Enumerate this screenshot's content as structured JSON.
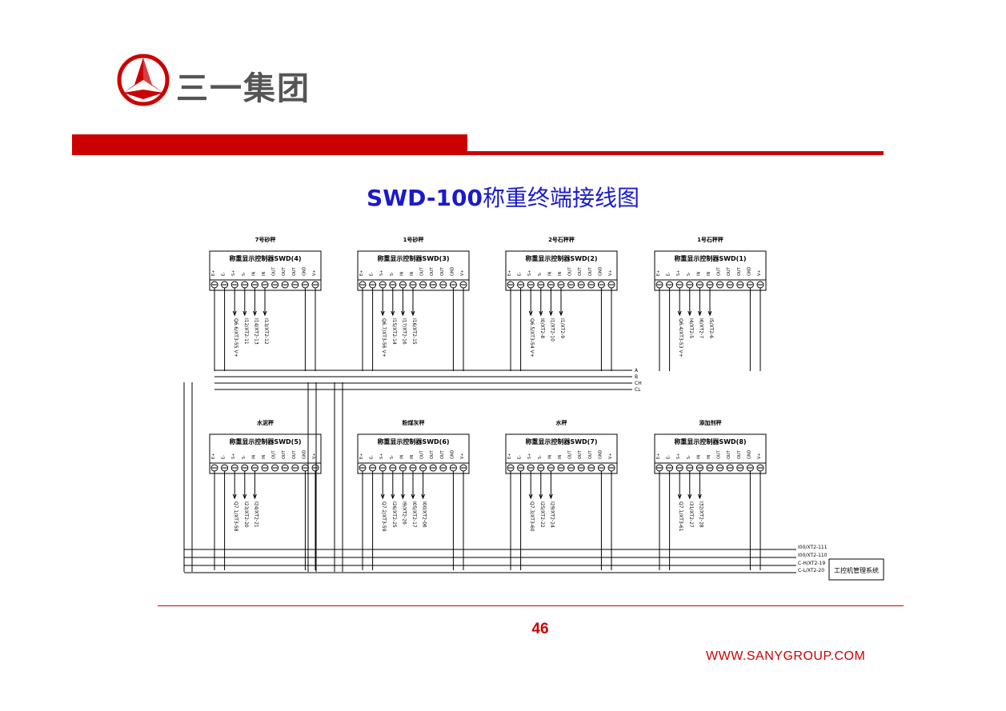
{
  "brand": {
    "name": "三一集团",
    "url": "WWW.SANYGROUP.COM",
    "color": "#cc0000"
  },
  "title": {
    "code": "SWD-100",
    "text": "称重终端接线图"
  },
  "page_number": "46",
  "diagram": {
    "controller_label": "称重显示控制器",
    "terminal_labels": [
      "E+",
      "E-",
      "S+",
      "S-",
      "IN",
      "IN",
      "OUT",
      "OUT",
      "OUT",
      "GND",
      "V+"
    ],
    "units": [
      {
        "name": "7号砂秤",
        "id": "SWD(4)",
        "wires": [
          "Q6.6/XT3-55 V+",
          "I12/XT2-11",
          "I14/XT2-13",
          "I13/XT2-12"
        ]
      },
      {
        "name": "1号砂秤",
        "id": "SWD(3)",
        "wires": [
          "Q6.7/XT3-56 V+",
          "I15/XT2-14",
          "I17/XT2-16",
          "I16/XT2-15"
        ]
      },
      {
        "name": "2号石秤秤",
        "id": "SWD(2)",
        "wires": [
          "Q6.5/XT3-54 V+",
          "I0/XT2-8",
          "I1/XT2-10",
          "I1/XT2-9"
        ]
      },
      {
        "name": "1号石秤秤",
        "id": "SWD(1)",
        "wires": [
          "Q6.4/XT3-53 V+",
          "I4/XT2-5",
          "I6/XT2-7",
          "I5/XT2-6"
        ]
      },
      {
        "name": "水泥秤",
        "id": "SWD(5)",
        "wires": [
          "Q7.1/XT3-58",
          "I23/XT2-20",
          "I24/XT2-21"
        ]
      },
      {
        "name": "粉煤灰秤",
        "id": "SWD(6)",
        "wires": [
          "Q7.2/XT3-59",
          "I26/XT2-25",
          "I9/XT2-26",
          "I05/XT2-17",
          "I00/XT2-06"
        ]
      },
      {
        "name": "水秤",
        "id": "SWD(7)",
        "wires": [
          "Q7.3/XT3-60",
          "I25/XT2-22",
          "I29/XT2-24"
        ]
      },
      {
        "name": "添加剂秤",
        "id": "SWD(8)",
        "wires": [
          "Q7.1/XT3-61",
          "I31/XT2-27",
          "I32/XT2-28"
        ]
      }
    ],
    "bus_labels": [
      "A",
      "B",
      "CH",
      "CL"
    ],
    "bus_end_labels": [
      "I00/XT2-111",
      "I00/XT2-110",
      "C-H/XT2-19",
      "C-L/XT2-20"
    ],
    "host_label": "工控机管理系统"
  }
}
